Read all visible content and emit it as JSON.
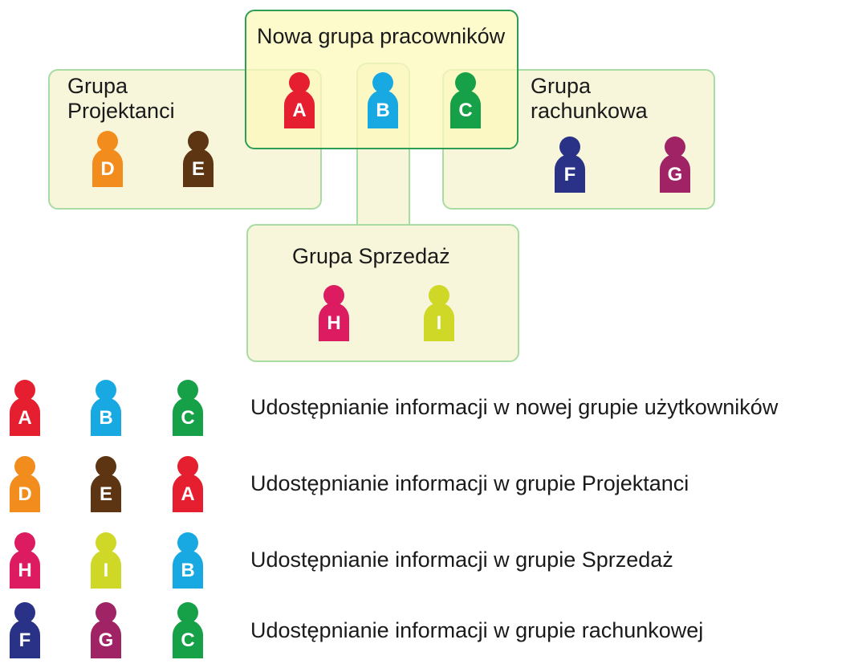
{
  "colors": {
    "A": "#e51f2f",
    "B": "#19a9e2",
    "C": "#16a148",
    "D": "#f28c1d",
    "E": "#5e3512",
    "F": "#2a3288",
    "G": "#a02365",
    "H": "#dd1b61",
    "I": "#cfd727"
  },
  "groups": {
    "new": "Nowa grupa pracowników",
    "designers": "Grupa\nProjektanci",
    "accounting": "Grupa\nrachunkowa",
    "sales": "Grupa Sprzedaż"
  },
  "people": {
    "A": "A",
    "B": "B",
    "C": "C",
    "D": "D",
    "E": "E",
    "F": "F",
    "G": "G",
    "H": "H",
    "I": "I"
  },
  "legend": [
    {
      "members": [
        "A",
        "B",
        "C"
      ],
      "text": "Udostępnianie informacji w nowej grupie użytkowników"
    },
    {
      "members": [
        "D",
        "E",
        "A"
      ],
      "text": "Udostępnianie informacji w grupie Projektanci"
    },
    {
      "members": [
        "H",
        "I",
        "B"
      ],
      "text": "Udostępnianie informacji w grupie Sprzedaż"
    },
    {
      "members": [
        "F",
        "G",
        "C"
      ],
      "text": "Udostępnianie informacji w grupie rachunkowej"
    }
  ]
}
